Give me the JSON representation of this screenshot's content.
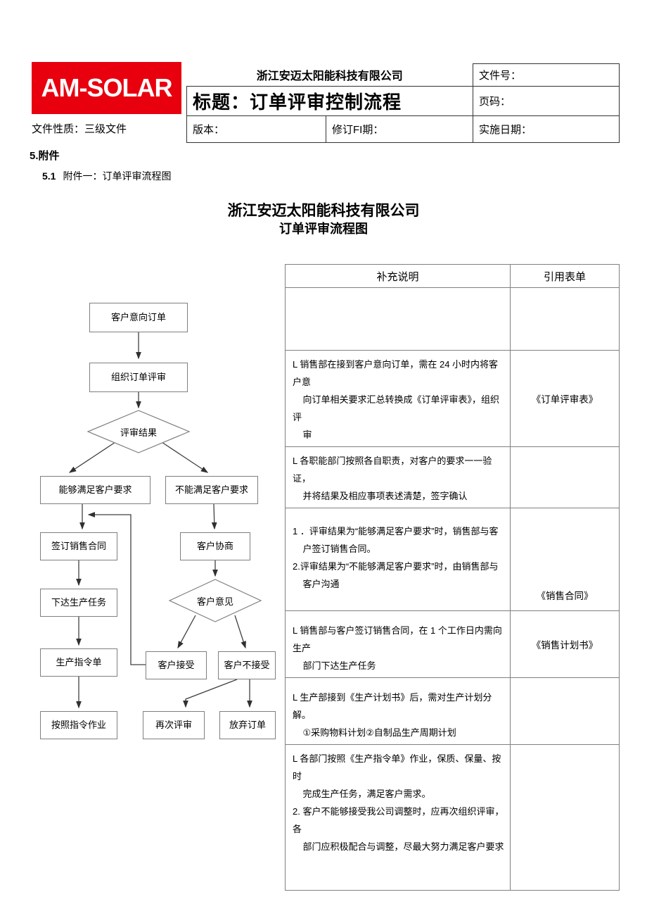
{
  "header": {
    "logo_text": "AM-SOLAR",
    "company_name": "浙江安迈太阳能科技有限公司",
    "file_no_label": "文件号：",
    "title_label": "标题：订单评审控制流程",
    "page_label": "页码：",
    "version_label": "版本：",
    "revision_label": "修订FI期：",
    "impl_date_label": "实施日期：",
    "doc_nature": "文件性质：三级文件"
  },
  "section": {
    "heading": "5.附件",
    "sub_num": "5.1",
    "sub_text": "附件一：订单评审流程图"
  },
  "chart_title": {
    "line1": "浙江安迈太阳能科技有限公司",
    "line2": "订单评审流程图"
  },
  "flowchart": {
    "nodes": {
      "intent_order": "客户意向订单",
      "organize_review": "组织订单评审",
      "review_result": "评审结果",
      "can_meet": "能够满足客户要求",
      "cannot_meet": "不能满足客户要求",
      "sign_contract": "签订销售合同",
      "negotiate": "客户协商",
      "issue_task": "下达生产任务",
      "customer_opinion": "客户意见",
      "production_order": "生产指令单",
      "accept": "客户接受",
      "not_accept": "客户不接受",
      "work_per_order": "按照指令作业",
      "re_review": "再次评审",
      "abandon": "放弃订单"
    }
  },
  "table": {
    "headers": {
      "notes": "补充说明",
      "forms": "引用表单"
    },
    "rows": [
      {
        "note": "",
        "form": ""
      },
      {
        "note": "L 销售部在接到客户意向订单，需在 24 小时内将客户意\n    向订单相关要求汇总转换成《订单评审表》，组织评\n    审",
        "form": "《订单评审表》"
      },
      {
        "note": "L 各职能部门按照各自职责，对客户的要求一一验证，\n    并将结果及相应事项表述清楚，签字确认",
        "form": ""
      },
      {
        "note": "1 ．评审结果为“能够满足客户要求”时，销售部与客\n    户签订销售合同。\n2.评审结果为“不能够满足客户要求”时，由销售部与\n    客户沟通",
        "form": "《销售合同》"
      },
      {
        "note": "L 销售部与客户签订销售合同，在 1 个工作日内需向生产\n    部门下达生产任务",
        "form": "《销售计划书》"
      },
      {
        "note": "L 生产部接到《生产计划书》后，需对生产计划分解。\n    ①采购物料计划②自制品生产周期计划",
        "form": ""
      },
      {
        "note": "L 各部门按照《生产指令单》作业，保质、保量、按时\n    完成生产任务，满足客户需求。\n2. 客户不能够接受我公司调整时，应再次组织评审，各\n    部门应积极配合与调整，尽最大努力满足客户要求",
        "form": ""
      }
    ]
  }
}
